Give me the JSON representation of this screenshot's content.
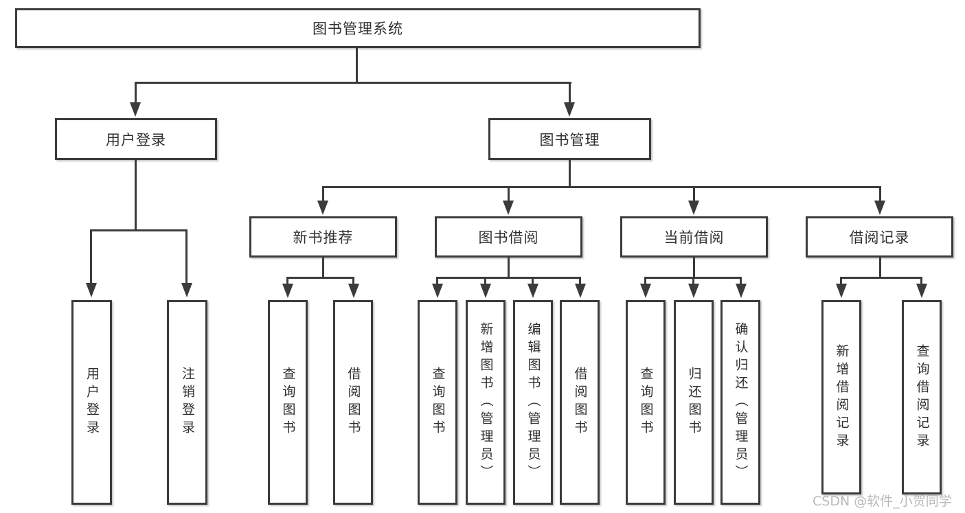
{
  "diagram": {
    "title_note": "library management system feature tree",
    "root": {
      "label": "图书管理系统"
    },
    "branches": [
      {
        "label": "用户登录",
        "children": [
          {
            "label": "用户登录"
          },
          {
            "label": "注销登录"
          }
        ]
      },
      {
        "label": "图书管理",
        "children": [
          {
            "label": "新书推荐",
            "children": [
              {
                "label": "查询图书"
              },
              {
                "label": "借阅图书"
              }
            ]
          },
          {
            "label": "图书借阅",
            "children": [
              {
                "label": "查询图书"
              },
              {
                "label": "新增图书（管理员）"
              },
              {
                "label": "编辑图书（管理员）"
              },
              {
                "label": "借阅图书"
              }
            ]
          },
          {
            "label": "当前借阅",
            "children": [
              {
                "label": "查询图书"
              },
              {
                "label": "归还图书"
              },
              {
                "label": "确认归还（管理员）"
              }
            ]
          },
          {
            "label": "借阅记录",
            "children": [
              {
                "label": "新增借阅记录"
              },
              {
                "label": "查询借阅记录"
              }
            ]
          }
        ]
      }
    ]
  },
  "watermark": {
    "text": "CSDN @软件_小贺同学"
  },
  "colors": {
    "line": "#3b3b3b",
    "text": "#2f2f2f",
    "box_background": "#ffffff",
    "page_background": "#ffffff",
    "watermark": "#b9b9b9"
  }
}
